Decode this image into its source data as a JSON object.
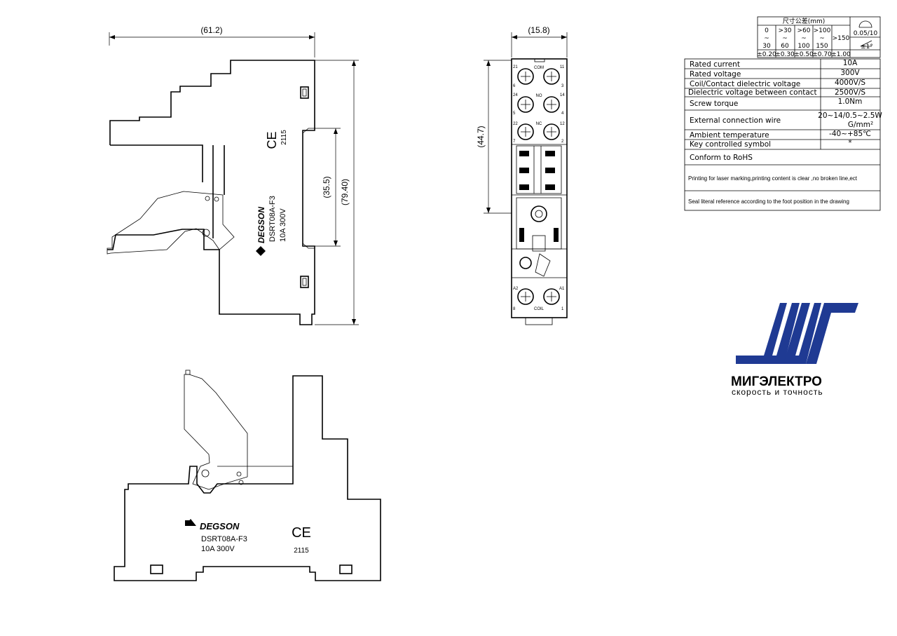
{
  "dimensions": {
    "side_width": "(61.2)",
    "side_height": "(79.40)",
    "side_inner": "(35.5)",
    "front_width": "(15.8)",
    "front_height": "(44.7)"
  },
  "product": {
    "brand": "DEGSON",
    "model": "DSRT08A-F3",
    "rating": "10A 300V",
    "ce_mark": "CE",
    "code": "2115"
  },
  "terminals": {
    "row1": {
      "left": "21",
      "center": "COM",
      "right": "11",
      "left_bottom": "6",
      "right_bottom": "3"
    },
    "row2": {
      "left": "24",
      "center": "NO",
      "right": "14",
      "left_bottom": "5",
      "right_bottom": "4"
    },
    "row3": {
      "left": "22",
      "center": "NC",
      "right": "12",
      "left_bottom": "7",
      "right_bottom": "2"
    },
    "coil": {
      "left": "A2",
      "right": "A1",
      "left_bottom": "8",
      "center": "COIL",
      "right_bottom": "1"
    }
  },
  "tolerance_table": {
    "header": "尺寸公差(mm)",
    "ranges": [
      {
        "top": "0",
        "mid": "~",
        "bottom": "30",
        "tol": "±0.20"
      },
      {
        "top": ">30",
        "mid": "~",
        "bottom": "60",
        "tol": "±0.30"
      },
      {
        "top": ">60",
        "mid": "~",
        "bottom": "100",
        "tol": "±0.50"
      },
      {
        "top": ">100",
        "mid": "~",
        "bottom": "150",
        "tol": "±0.70"
      }
    ],
    "last_range": ">150",
    "last_tol": "±1.00",
    "flatness": "0.05/10",
    "angle": "±1°"
  },
  "specs": [
    {
      "label": "Rated  current",
      "value": "10A"
    },
    {
      "label": "Rated  voltage",
      "value": "300V"
    },
    {
      "label": "Coil/Contact  dielectric  voltage",
      "value": "4000V/S"
    },
    {
      "label": "Dielectric  voltage  between  contact",
      "value": "2500V/S"
    },
    {
      "label": "Screw  torque",
      "value": "1.0Nm"
    },
    {
      "label": "External  connection  wire",
      "value": "20~14/0.5~2.5W",
      "value2": "G/mm²"
    },
    {
      "label": "Ambient  temperature",
      "value": "-40~+85℃"
    },
    {
      "label": "Key  controlled  symbol",
      "value": "*"
    }
  ],
  "notes": [
    "Conform  to  RoHS",
    "Printing  for  laser  marking,printing  content  is  clear  ,no  broken  line,ect",
    "Seal  literal  reference  according  to  the  foot  position  in  the  drawing"
  ],
  "logo": {
    "name": "МИГЭЛЕКТРО",
    "tagline": "скорость и точность",
    "color": "#1f3a93"
  }
}
